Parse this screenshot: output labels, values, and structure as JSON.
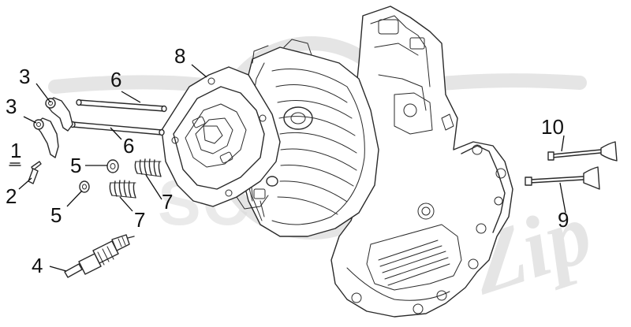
{
  "callouts": {
    "c1": "1",
    "c2": "2",
    "c3a": "3",
    "c3b": "3",
    "c4": "4",
    "c5a": "5",
    "c5b": "5",
    "c6a": "6",
    "c6b": "6",
    "c7a": "7",
    "c7b": "7",
    "c8": "8",
    "c9": "9",
    "c10": "10"
  },
  "watermark": {
    "brand_text": "SCOOTER",
    "script_text": "Zip"
  },
  "colors": {
    "line": "#2a2a2a",
    "watermark": "#d4d4d4"
  }
}
